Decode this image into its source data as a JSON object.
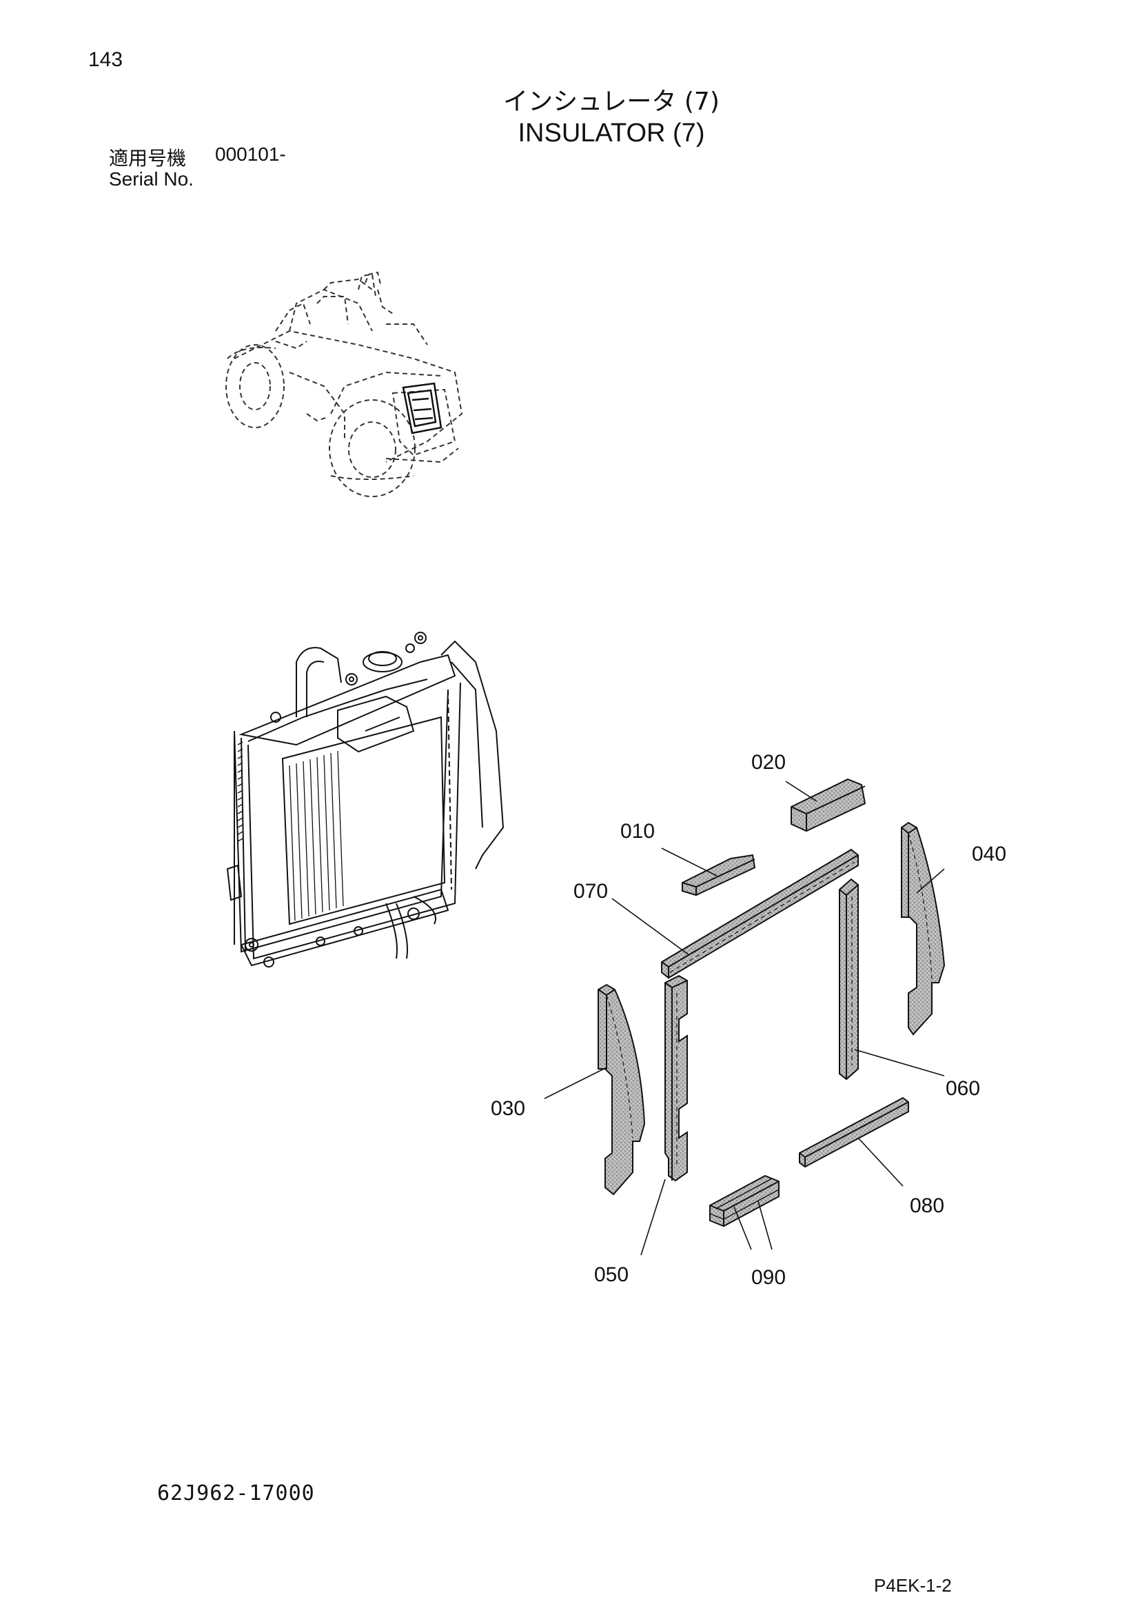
{
  "header": {
    "page_number": "143",
    "title_jp": "インシュレータ (7)",
    "title_en": "INSULATOR (7)",
    "serial_label_jp": "適用号機",
    "serial_range": "000101-",
    "serial_label_en": "Serial No."
  },
  "callouts": {
    "p010": "010",
    "p020": "020",
    "p030": "030",
    "p040": "040",
    "p050": "050",
    "p060": "060",
    "p070": "070",
    "p080": "080",
    "p090": "090"
  },
  "footer": {
    "drawing_code": "62J962-17000",
    "page_code": "P4EK-1-2"
  }
}
